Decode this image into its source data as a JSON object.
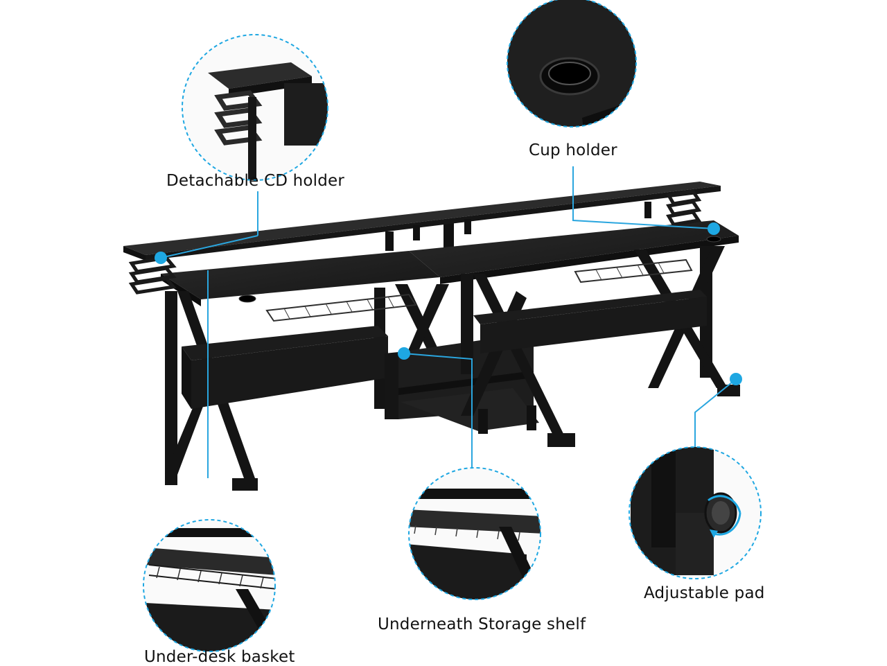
{
  "callouts": {
    "cd_holder": "Detachable CD holder",
    "cup_holder": "Cup holder",
    "basket": "Under-desk basket",
    "storage_shelf": "Underneath Storage shelf",
    "adjustable_pad": "Adjustable pad"
  },
  "colors": {
    "accent": "#2aa6df",
    "desk_black": "#1b1b1b",
    "desk_top": "#2a2a2a",
    "frame": "#0e0e0e"
  }
}
